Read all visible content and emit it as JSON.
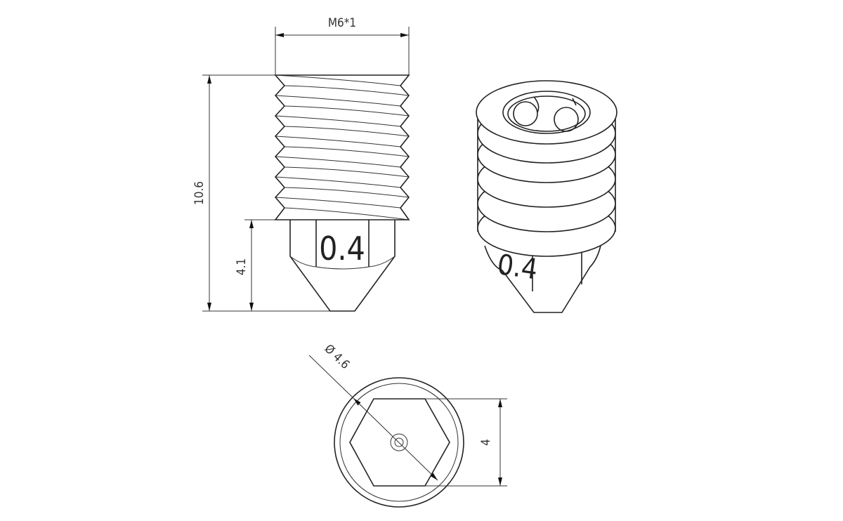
{
  "drawing": {
    "thread_label": "M6*1",
    "total_length": "10.6",
    "hex_length": "4.1",
    "nozzle_marking": "0.4",
    "nozzle_marking_iso": "0.4",
    "outer_diameter": "Ø 4.6",
    "hex_across_flats": "4"
  },
  "colors": {
    "line": "#222222",
    "background": "#ffffff"
  }
}
